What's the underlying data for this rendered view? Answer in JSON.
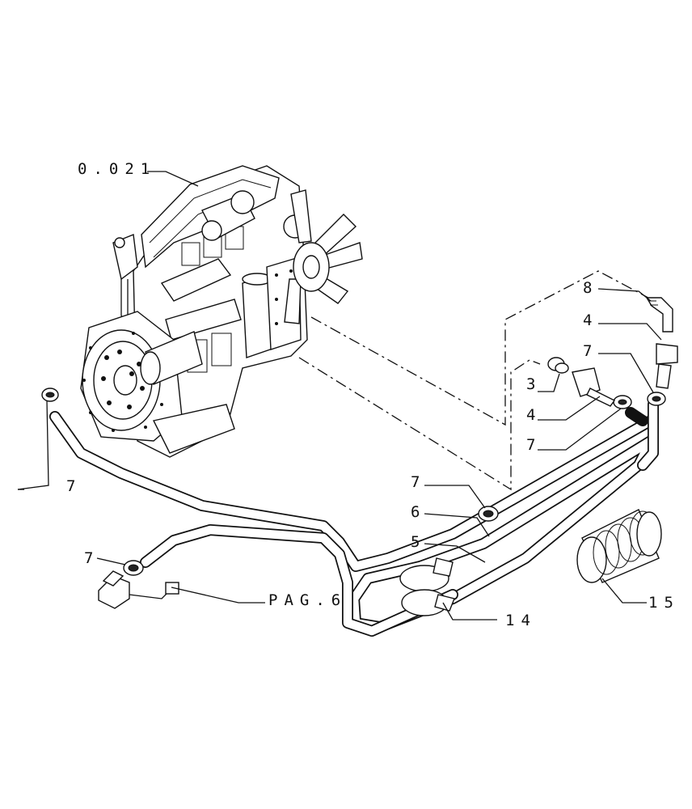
{
  "labels": {
    "engine_ref": "0.021",
    "page_ref": "PAG.6",
    "item_3": "3",
    "item_4a": "4",
    "item_4b": "4",
    "item_5": "5",
    "item_6": "6",
    "item_7a": "7",
    "item_7b": "7",
    "item_7c": "7",
    "item_7d": "7",
    "item_7e": "7",
    "item_8": "8",
    "item_14": "14",
    "item_15": "15"
  }
}
